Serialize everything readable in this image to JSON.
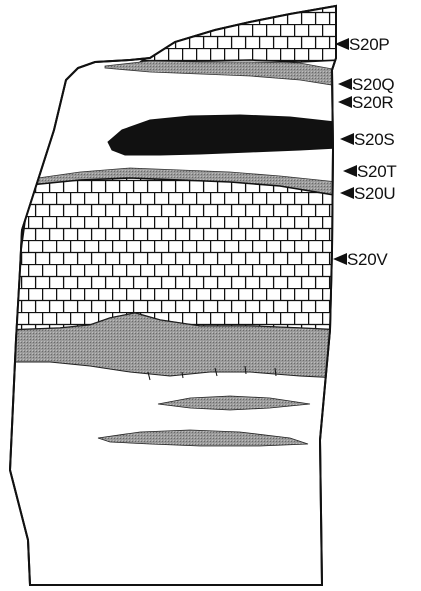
{
  "diagram": {
    "colors": {
      "outline": "#111111",
      "stipple": "#8c8c8c",
      "black_band": "#111111",
      "background": "#ffffff"
    },
    "markers": [
      {
        "id": "p",
        "label": "S20P"
      },
      {
        "id": "q",
        "label": "S20Q"
      },
      {
        "id": "r",
        "label": "S20R"
      },
      {
        "id": "s",
        "label": "S20S"
      },
      {
        "id": "t",
        "label": "S20T"
      },
      {
        "id": "u",
        "label": "S20U"
      },
      {
        "id": "v",
        "label": "S20V"
      }
    ]
  }
}
